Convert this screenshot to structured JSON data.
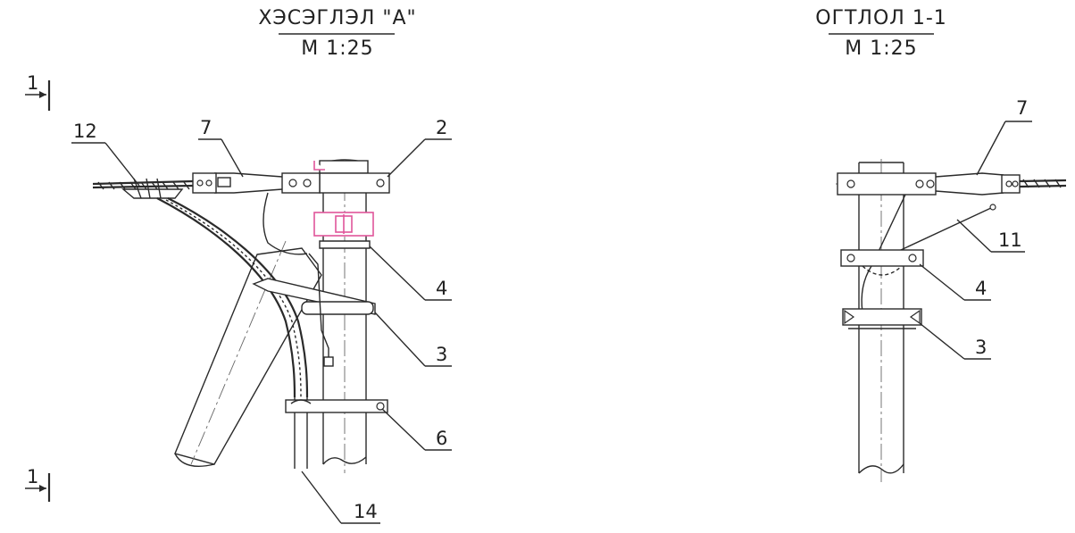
{
  "views": {
    "left": {
      "title": "ХЭСЭГЛЭЛ \"А\"",
      "scale": "М 1:25"
    },
    "right": {
      "title": "ОГТЛОЛ 1-1",
      "scale": "М 1:25"
    }
  },
  "section_marks": {
    "top": "1",
    "bottom": "1"
  },
  "left_callouts": {
    "c12": "12",
    "c7": "7",
    "c2": "2",
    "c4": "4",
    "c3": "3",
    "c6": "6",
    "c14": "14"
  },
  "right_callouts": {
    "c7": "7",
    "c11": "11",
    "c4": "4",
    "c3": "3"
  },
  "colors": {
    "line": "#2a2a2a",
    "highlight": "#e0559a",
    "paper": "#ffffff"
  }
}
